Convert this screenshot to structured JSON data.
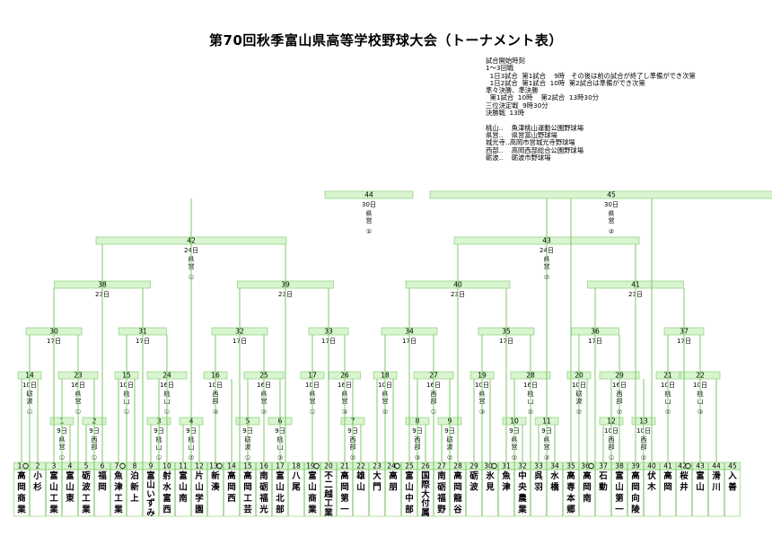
{
  "title": "第70回秋季富山県高等学校野球大会（トーナメント表）",
  "info": [
    "試合開始時刻",
    "1～3回戦",
    "  1日3試合  第1試合    9時   その後は前の試合が終了し準備ができ次第",
    "  1日2試合  第1試合  10時  第2試合は準備ができ次第",
    "準々決勝、準決勝",
    "  第1試合  10時    第2試合  13時30分",
    "三位決定戦  9時30分",
    "決勝戦  13時",
    "",
    "桃山‥    魚津桃山運動公園野球場",
    "県営‥    県営富山野球場",
    "城光寺‥高岡市営城光寺野球場",
    "西部‥    高岡西部総合公園野球場",
    "砺波‥    砺波市野球場"
  ],
  "teams": [
    {
      "num": "1",
      "seed": true,
      "name": "高岡商業"
    },
    {
      "num": "2",
      "seed": false,
      "name": "小杉"
    },
    {
      "num": "3",
      "seed": false,
      "name": "富山工業"
    },
    {
      "num": "4",
      "seed": false,
      "name": "富山東"
    },
    {
      "num": "5",
      "seed": false,
      "name": "砺波工業"
    },
    {
      "num": "6",
      "seed": false,
      "name": "福岡"
    },
    {
      "num": "7",
      "seed": true,
      "name": "魚津工業"
    },
    {
      "num": "8",
      "seed": false,
      "name": "泊新上"
    },
    {
      "num": "9",
      "seed": false,
      "name": "富山いずみ"
    },
    {
      "num": "10",
      "seed": false,
      "name": "射水富西"
    },
    {
      "num": "11",
      "seed": false,
      "name": "富山南"
    },
    {
      "num": "12",
      "seed": false,
      "name": "片山学園"
    },
    {
      "num": "13",
      "seed": true,
      "name": "新湊"
    },
    {
      "num": "14",
      "seed": false,
      "name": "高岡西"
    },
    {
      "num": "15",
      "seed": false,
      "name": "高岡工芸"
    },
    {
      "num": "16",
      "seed": false,
      "name": "南砺福光"
    },
    {
      "num": "17",
      "seed": false,
      "name": "富山北部"
    },
    {
      "num": "18",
      "seed": false,
      "name": "八尾"
    },
    {
      "num": "19",
      "seed": true,
      "name": "富山商業"
    },
    {
      "num": "20",
      "seed": false,
      "name": "不二越工業"
    },
    {
      "num": "21",
      "seed": false,
      "name": "高岡第一"
    },
    {
      "num": "22",
      "seed": false,
      "name": "雄山"
    },
    {
      "num": "23",
      "seed": false,
      "name": "大門"
    },
    {
      "num": "24",
      "seed": true,
      "name": "高朋"
    },
    {
      "num": "25",
      "seed": false,
      "name": "富山中部"
    },
    {
      "num": "26",
      "seed": false,
      "name": "国際大付属"
    },
    {
      "num": "27",
      "seed": false,
      "name": "南砺福野"
    },
    {
      "num": "28",
      "seed": false,
      "name": "高岡龍谷"
    },
    {
      "num": "29",
      "seed": false,
      "name": "砺波"
    },
    {
      "num": "30",
      "seed": true,
      "name": "氷見"
    },
    {
      "num": "31",
      "seed": false,
      "name": "魚津"
    },
    {
      "num": "32",
      "seed": false,
      "name": "中央農業"
    },
    {
      "num": "33",
      "seed": false,
      "name": "呉羽"
    },
    {
      "num": "34",
      "seed": false,
      "name": "水橋"
    },
    {
      "num": "35",
      "seed": false,
      "name": "高専本郷"
    },
    {
      "num": "36",
      "seed": true,
      "name": "高岡南"
    },
    {
      "num": "37",
      "seed": false,
      "name": "石動"
    },
    {
      "num": "38",
      "seed": false,
      "name": "富山第一"
    },
    {
      "num": "39",
      "seed": false,
      "name": "高岡向陵"
    },
    {
      "num": "40",
      "seed": false,
      "name": "伏木"
    },
    {
      "num": "41",
      "seed": false,
      "name": "高岡"
    },
    {
      "num": "42",
      "seed": true,
      "name": "桜井"
    },
    {
      "num": "43",
      "seed": false,
      "name": "富山"
    },
    {
      "num": "44",
      "seed": false,
      "name": "滑川"
    },
    {
      "num": "45",
      "seed": false,
      "name": "入善"
    }
  ],
  "games": [
    {
      "no": "1",
      "date": "9日",
      "venue": "県営",
      "order": "①"
    },
    {
      "no": "2",
      "date": "9日",
      "venue": "西部",
      "order": "①"
    },
    {
      "no": "3",
      "date": "9日",
      "venue": "桃山",
      "order": "①"
    },
    {
      "no": "4",
      "date": "9日",
      "venue": "桃山",
      "order": "②"
    },
    {
      "no": "5",
      "date": "9日",
      "venue": "砺波",
      "order": "①"
    },
    {
      "no": "6",
      "date": "9日",
      "venue": "桃山",
      "order": "③"
    },
    {
      "no": "7",
      "date": "9日",
      "venue": "西部",
      "order": "②"
    },
    {
      "no": "8",
      "date": "9日",
      "venue": "西部",
      "order": "③"
    },
    {
      "no": "9",
      "date": "9日",
      "venue": "砺波",
      "order": "②"
    },
    {
      "no": "10",
      "date": "9日",
      "venue": "県営",
      "order": "②"
    },
    {
      "no": "11",
      "date": "9日",
      "venue": "県営",
      "order": "③"
    },
    {
      "no": "12",
      "date": "10日",
      "venue": "西部",
      "order": "①"
    },
    {
      "no": "13",
      "date": "10日",
      "venue": "西部",
      "order": "②"
    },
    {
      "no": "14",
      "date": "10日",
      "venue": "砺波",
      "order": "①"
    },
    {
      "no": "15",
      "date": "10日",
      "venue": "桃山",
      "order": "①"
    },
    {
      "no": "16",
      "date": "10日",
      "venue": "西部",
      "order": "③"
    },
    {
      "no": "17",
      "date": "10日",
      "venue": "県営",
      "order": "①"
    },
    {
      "no": "18",
      "date": "10日",
      "venue": "県営",
      "order": "②"
    },
    {
      "no": "19",
      "date": "10日",
      "venue": "県営",
      "order": "③"
    },
    {
      "no": "20",
      "date": "10日",
      "venue": "砺波",
      "order": "②"
    },
    {
      "no": "21",
      "date": "10日",
      "venue": "桃山",
      "order": "②"
    },
    {
      "no": "22",
      "date": "10日",
      "venue": "桃山",
      "order": "③"
    },
    {
      "no": "23",
      "date": "16日",
      "venue": "県営",
      "order": "①"
    },
    {
      "no": "24",
      "date": "16日",
      "venue": "桃山",
      "order": "①"
    },
    {
      "no": "25",
      "date": "16日",
      "venue": "県営",
      "order": "②"
    },
    {
      "no": "26",
      "date": "16日",
      "venue": "県営",
      "order": "③"
    },
    {
      "no": "27",
      "date": "16日",
      "venue": "西部",
      "order": "①"
    },
    {
      "no": "28",
      "date": "16日",
      "venue": "桃山",
      "order": "②"
    },
    {
      "no": "29",
      "date": "16日",
      "venue": "西部",
      "order": "②"
    },
    {
      "no": "30",
      "date": "17日",
      "venue": "",
      "order": ""
    },
    {
      "no": "31",
      "date": "17日",
      "venue": "",
      "order": ""
    },
    {
      "no": "32",
      "date": "17日",
      "venue": "",
      "order": ""
    },
    {
      "no": "33",
      "date": "17日",
      "venue": "",
      "order": ""
    },
    {
      "no": "34",
      "date": "17日",
      "venue": "",
      "order": ""
    },
    {
      "no": "35",
      "date": "17日",
      "venue": "",
      "order": ""
    },
    {
      "no": "36",
      "date": "17日",
      "venue": "",
      "order": ""
    },
    {
      "no": "37",
      "date": "17日",
      "venue": "",
      "order": ""
    },
    {
      "no": "38",
      "date": "23日",
      "venue": "",
      "order": ""
    },
    {
      "no": "39",
      "date": "23日",
      "venue": "",
      "order": ""
    },
    {
      "no": "40",
      "date": "23日",
      "venue": "",
      "order": ""
    },
    {
      "no": "41",
      "date": "23日",
      "venue": "",
      "order": ""
    },
    {
      "no": "42",
      "date": "24日",
      "venue": "県営",
      "order": "①"
    },
    {
      "no": "43",
      "date": "24日",
      "venue": "県営",
      "order": "②"
    },
    {
      "no": "44",
      "date": "30日",
      "venue": "県営",
      "order": "①"
    },
    {
      "no": "45",
      "date": "30日",
      "venue": "県営",
      "order": "②"
    }
  ],
  "colors": {
    "box": "#d8f5cf",
    "line": "#7cc86a",
    "seed_mark": "#000000",
    "text": "#000000"
  }
}
